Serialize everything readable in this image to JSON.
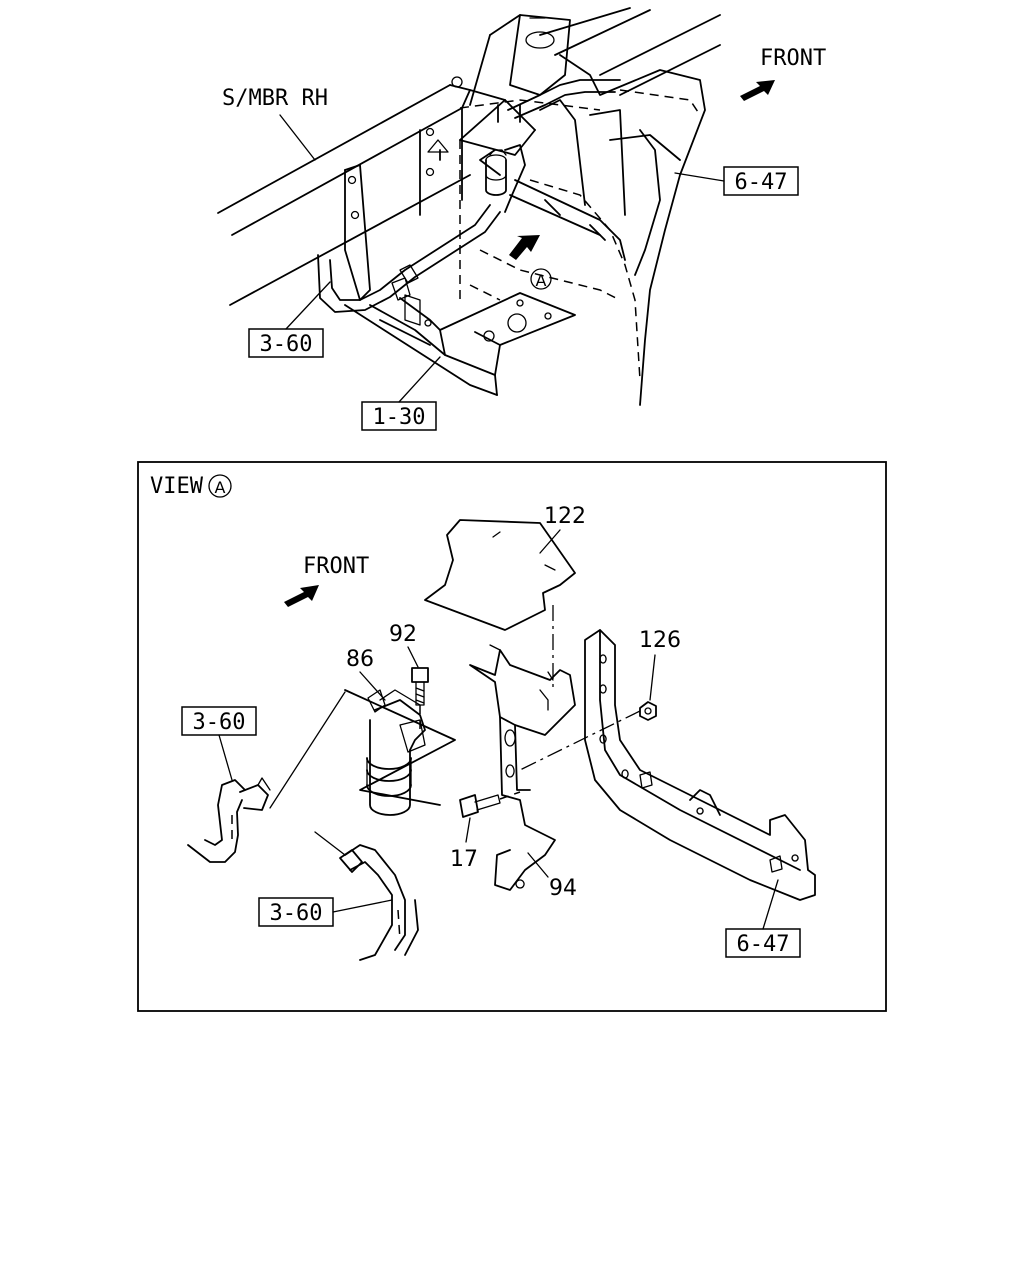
{
  "upper": {
    "member_label": "S/MBR RH",
    "front_label": "FRONT",
    "ref_bracket": "6-47",
    "ref_pipe": "3-60",
    "ref_frame": "1-30",
    "view_marker": "A"
  },
  "view": {
    "title": "VIEW",
    "marker": "A",
    "front_label": "FRONT",
    "parts": {
      "plate": "122",
      "bolt_top": "92",
      "dryer": "86",
      "nut": "126",
      "bolt_side": "17",
      "bracket": "94"
    },
    "refs": {
      "pipe_left": "3-60",
      "pipe_bottom": "3-60",
      "frame": "6-47"
    }
  }
}
